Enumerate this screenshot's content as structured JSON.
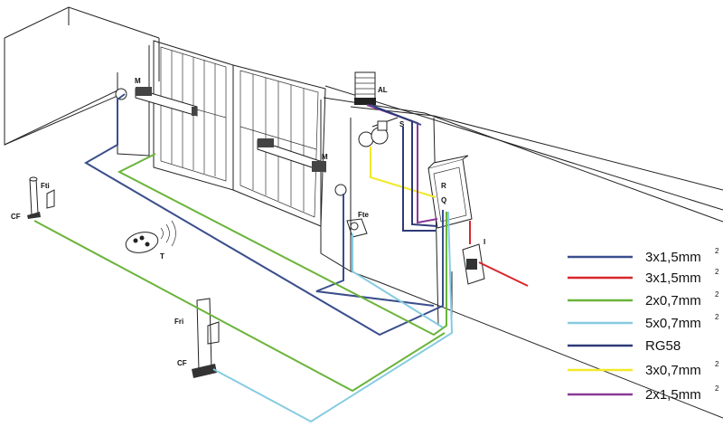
{
  "labels": {
    "motor_left": "M",
    "motor_right": "M",
    "alarm_light": "AL",
    "selector": "S",
    "receiver": "R",
    "control_panel": "Q",
    "switch": "I",
    "photocell_internal": "Fti",
    "photocell_external": "Fte",
    "photocell_receiver": "Fri",
    "post_left": "CF",
    "post_bottom": "CF",
    "transmitter": "T"
  },
  "legend": [
    {
      "label": "3x1,5mm",
      "sup": "2",
      "color": "#3a4e8c"
    },
    {
      "label": "3x1,5mm",
      "sup": "2",
      "color": "#d7262b"
    },
    {
      "label": "2x0,7mm",
      "sup": "2",
      "color": "#6ab43a"
    },
    {
      "label": "5x0,7mm",
      "sup": "2",
      "color": "#86cbe0"
    },
    {
      "label": "RG58",
      "sup": "",
      "color": "#2e3a78"
    },
    {
      "label": "3x0,7mm",
      "sup": "2",
      "color": "#f1e92a"
    },
    {
      "label": "2x1,5mm",
      "sup": "2",
      "color": "#8a3a97"
    }
  ],
  "colors": {
    "blue": "#3a4e8c",
    "red": "#d7262b",
    "green": "#6ab43a",
    "lightblue": "#86cbe0",
    "navy": "#2e3a78",
    "yellow": "#f1e92a",
    "purple": "#8a3a97"
  }
}
